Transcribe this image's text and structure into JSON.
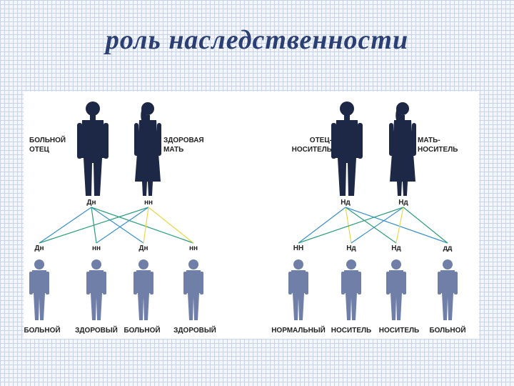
{
  "title": "роль наследственности",
  "left": {
    "father_label": "БОЛЬНОЙ ОТЕЦ",
    "mother_label": "ЗДОРОВАЯ МАТЬ",
    "father_genotype": "Дн",
    "mother_genotype": "нн",
    "children": [
      {
        "genotype": "Дн",
        "caption": "БОЛЬНОЙ"
      },
      {
        "genotype": "нн",
        "caption": "ЗДОРОВЫЙ"
      },
      {
        "genotype": "Дн",
        "caption": "БОЛЬНОЙ"
      },
      {
        "genotype": "нн",
        "caption": "ЗДОРОВЫЙ"
      }
    ]
  },
  "right": {
    "father_label": "ОТЕЦ- НОСИТЕЛЬ",
    "mother_label": "МАТЬ- НОСИТЕЛЬ",
    "father_genotype": "Нд",
    "mother_genotype": "Нд",
    "children": [
      {
        "genotype": "НН",
        "caption": "НОРМАЛЬНЫЙ"
      },
      {
        "genotype": "Нд",
        "caption": "НОСИТЕЛЬ"
      },
      {
        "genotype": "Нд",
        "caption": "НОСИТЕЛЬ"
      },
      {
        "genotype": "дд",
        "caption": "БОЛЬНОЙ"
      }
    ]
  },
  "colors": {
    "title": "#2b3f73",
    "parent_silhouette": "#1c2845",
    "child_silhouette": "#6f7fa8",
    "line_blue": "#3a8fc9",
    "line_green": "#2e9e7a",
    "line_yellow": "#e6d84a"
  }
}
